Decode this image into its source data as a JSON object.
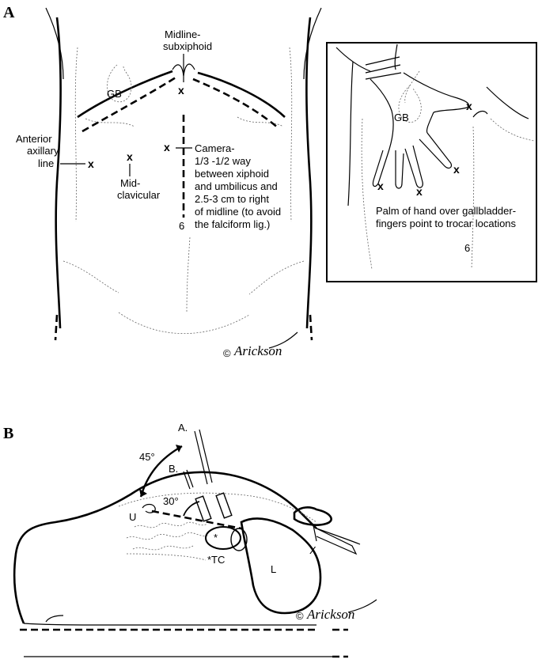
{
  "panel_a": {
    "label": "A",
    "midline": [
      "Midline-",
      "subxiphoid"
    ],
    "gb": "GB",
    "anterior": [
      "Anterior",
      "axillary",
      "line"
    ],
    "midclav": [
      "Mid-",
      "clavicular"
    ],
    "camera": [
      "Camera-",
      "1/3 -1/2 way",
      "between xiphoid",
      "and umbilicus and",
      "2.5-3 cm to right",
      "of midline (to avoid",
      "the falciform lig.)"
    ],
    "umbilicus_mark": "6",
    "signature": "Arickson",
    "copyright": "©",
    "x_mark": "x"
  },
  "inset": {
    "gb": "GB",
    "caption": [
      "Palm of hand over gallbladder-",
      "fingers point to trocar locations"
    ],
    "umbilicus_mark": "6",
    "x_mark": "x"
  },
  "panel_b": {
    "label": "B",
    "a": "A.",
    "b": "B.",
    "angle45": "45°",
    "angle30": "30°",
    "u": "U",
    "tc": "*TC",
    "star": "*",
    "l": "L",
    "x": "X",
    "signature": "Arickson",
    "copyright": "©"
  }
}
